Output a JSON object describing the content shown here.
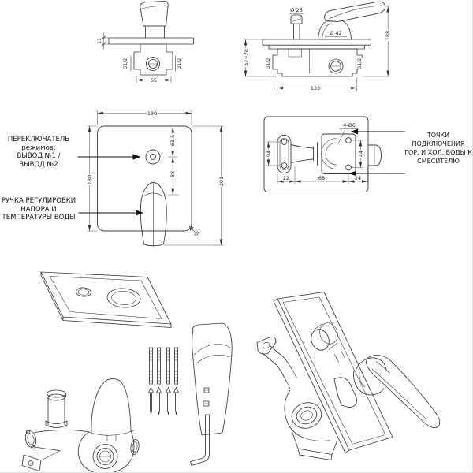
{
  "drawing": {
    "top_left_view": {
      "dim_plate_thickness": "11",
      "thread_left": "G1/2",
      "thread_right": "G1/2",
      "dim_width": "65"
    },
    "top_right_view": {
      "dia_diverter_knob": "Ø 26",
      "dia_handle_base": "Ø 42",
      "dim_mount_depth": "57~78",
      "thread_left": "G1/2",
      "thread_right": "G1/2",
      "dim_width": "133",
      "dim_height": "188"
    },
    "front_view": {
      "dim_plate_width": "130",
      "dim_top_to_knob": "63.5",
      "dim_knob_to_handle": "88",
      "dim_plate_height": "180",
      "dim_total_height": "201",
      "corner_radius": "R8",
      "switch_label": [
        "ПЕРЕКЛЮЧАТЕЛЬ",
        "режимов:",
        "ВЫВОД №1 /",
        "ВЫВОД №2"
      ],
      "handle_label": [
        "РУЧКА РЕГУЛИРОВКИ",
        "НАПОРА И",
        "ТЕМПЕРАТУРЫ ВОДЫ"
      ]
    },
    "back_view": {
      "dim_mount_holes": "4-Ø6",
      "dim_flange_hole_spacing": "94",
      "dim_body_hole_spacing": "44",
      "dim_left": "22",
      "dim_center": "68",
      "dim_right": "24",
      "connection_label": [
        "ТОЧКИ",
        "ПОДКЛЮЧЕНИЯ",
        "ГОР. И ХОЛ. ВОДЫ К",
        "СМЕСИТЕЛЮ"
      ]
    }
  }
}
